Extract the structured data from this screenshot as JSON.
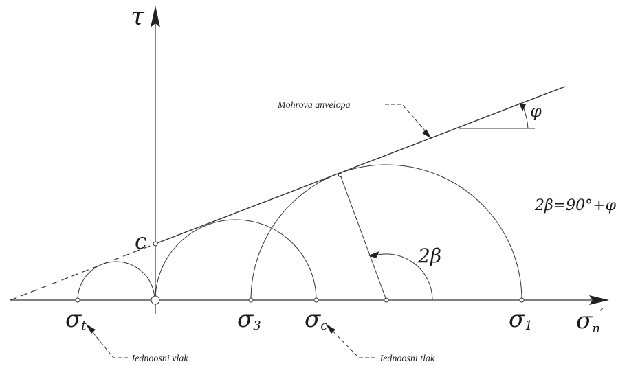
{
  "axes": {
    "y_label": "τ",
    "x_label": "σ",
    "x_label_sub": "n",
    "x_label_prime": "′"
  },
  "labels": {
    "cohesion": "c",
    "envelope": "Mohrova anvelopa",
    "phi": "φ",
    "beta_angle": "2β",
    "formula": "2β=90°+φ",
    "sigma_t": "σ",
    "sigma_t_sub": "t",
    "sigma_3": "σ",
    "sigma_3_sub": "3",
    "sigma_c": "σ",
    "sigma_c_sub": "c",
    "sigma_1": "σ",
    "sigma_1_sub": "1",
    "uniaxial_tension": "Jednoosni vlak",
    "uniaxial_compression": "Jednoosni tlak"
  },
  "colors": {
    "line": "#333333",
    "text": "#1a1a1a"
  }
}
